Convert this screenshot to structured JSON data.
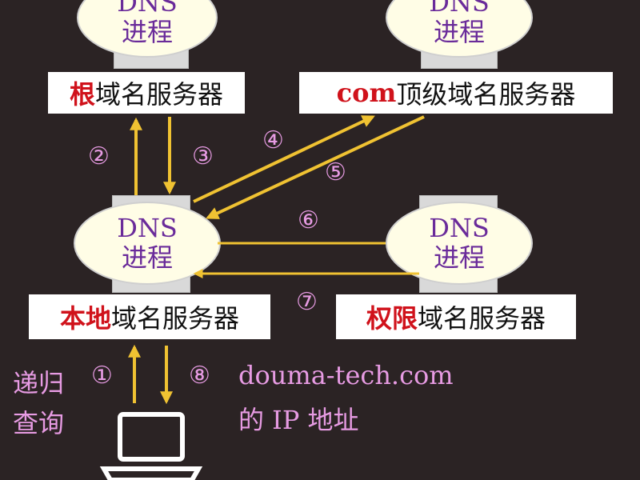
{
  "colors": {
    "background": "#2b2324",
    "arrow": "#f0c232",
    "step_number": "#e79be3",
    "highlight_red": "#d0121b",
    "process_text": "#6a2b9a"
  },
  "process": {
    "line1": "DNS",
    "line2": "进程"
  },
  "servers": {
    "root": {
      "highlight": "根",
      "rest": "域名服务器"
    },
    "tld": {
      "highlight": "com",
      "rest": " 顶级域名服务器"
    },
    "local": {
      "highlight": "本地",
      "rest": "域名服务器"
    },
    "authoritative": {
      "highlight": "权限",
      "rest": "域名服务器"
    }
  },
  "steps": [
    "①",
    "②",
    "③",
    "④",
    "⑤",
    "⑥",
    "⑦",
    "⑧"
  ],
  "query_label": {
    "line1": "递归",
    "line2": "查询"
  },
  "result_label": {
    "line1": "douma-tech.com",
    "line2": "的 IP 地址"
  },
  "icons": [
    "laptop-icon"
  ]
}
